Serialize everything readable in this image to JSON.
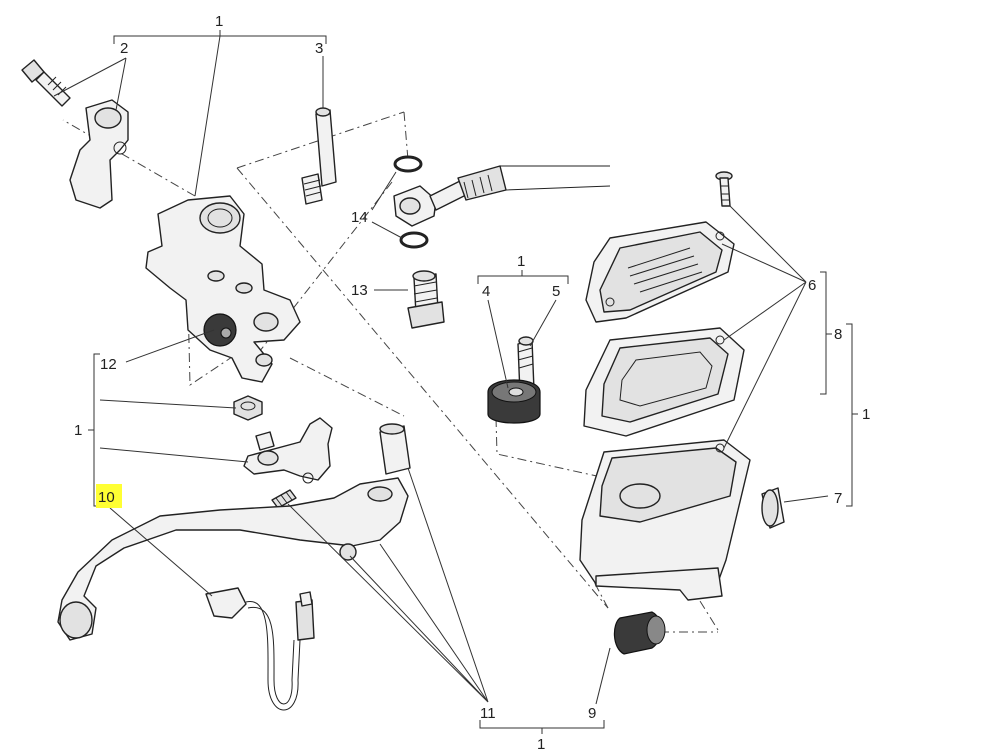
{
  "callouts": {
    "c1_top": "1",
    "c2": "2",
    "c3": "3",
    "c14": "14",
    "c13": "13",
    "c1_mid": "1",
    "c4": "4",
    "c5": "5",
    "c6": "6",
    "c8": "8",
    "c1_right": "1",
    "c7": "7",
    "c12": "12",
    "c1_left": "1",
    "c10": "10",
    "c11": "11",
    "c9": "9",
    "c1_bottom": "1"
  },
  "colors": {
    "highlight": "#ffff33",
    "line": "#333333",
    "part_fill": "#f2f2f2"
  }
}
